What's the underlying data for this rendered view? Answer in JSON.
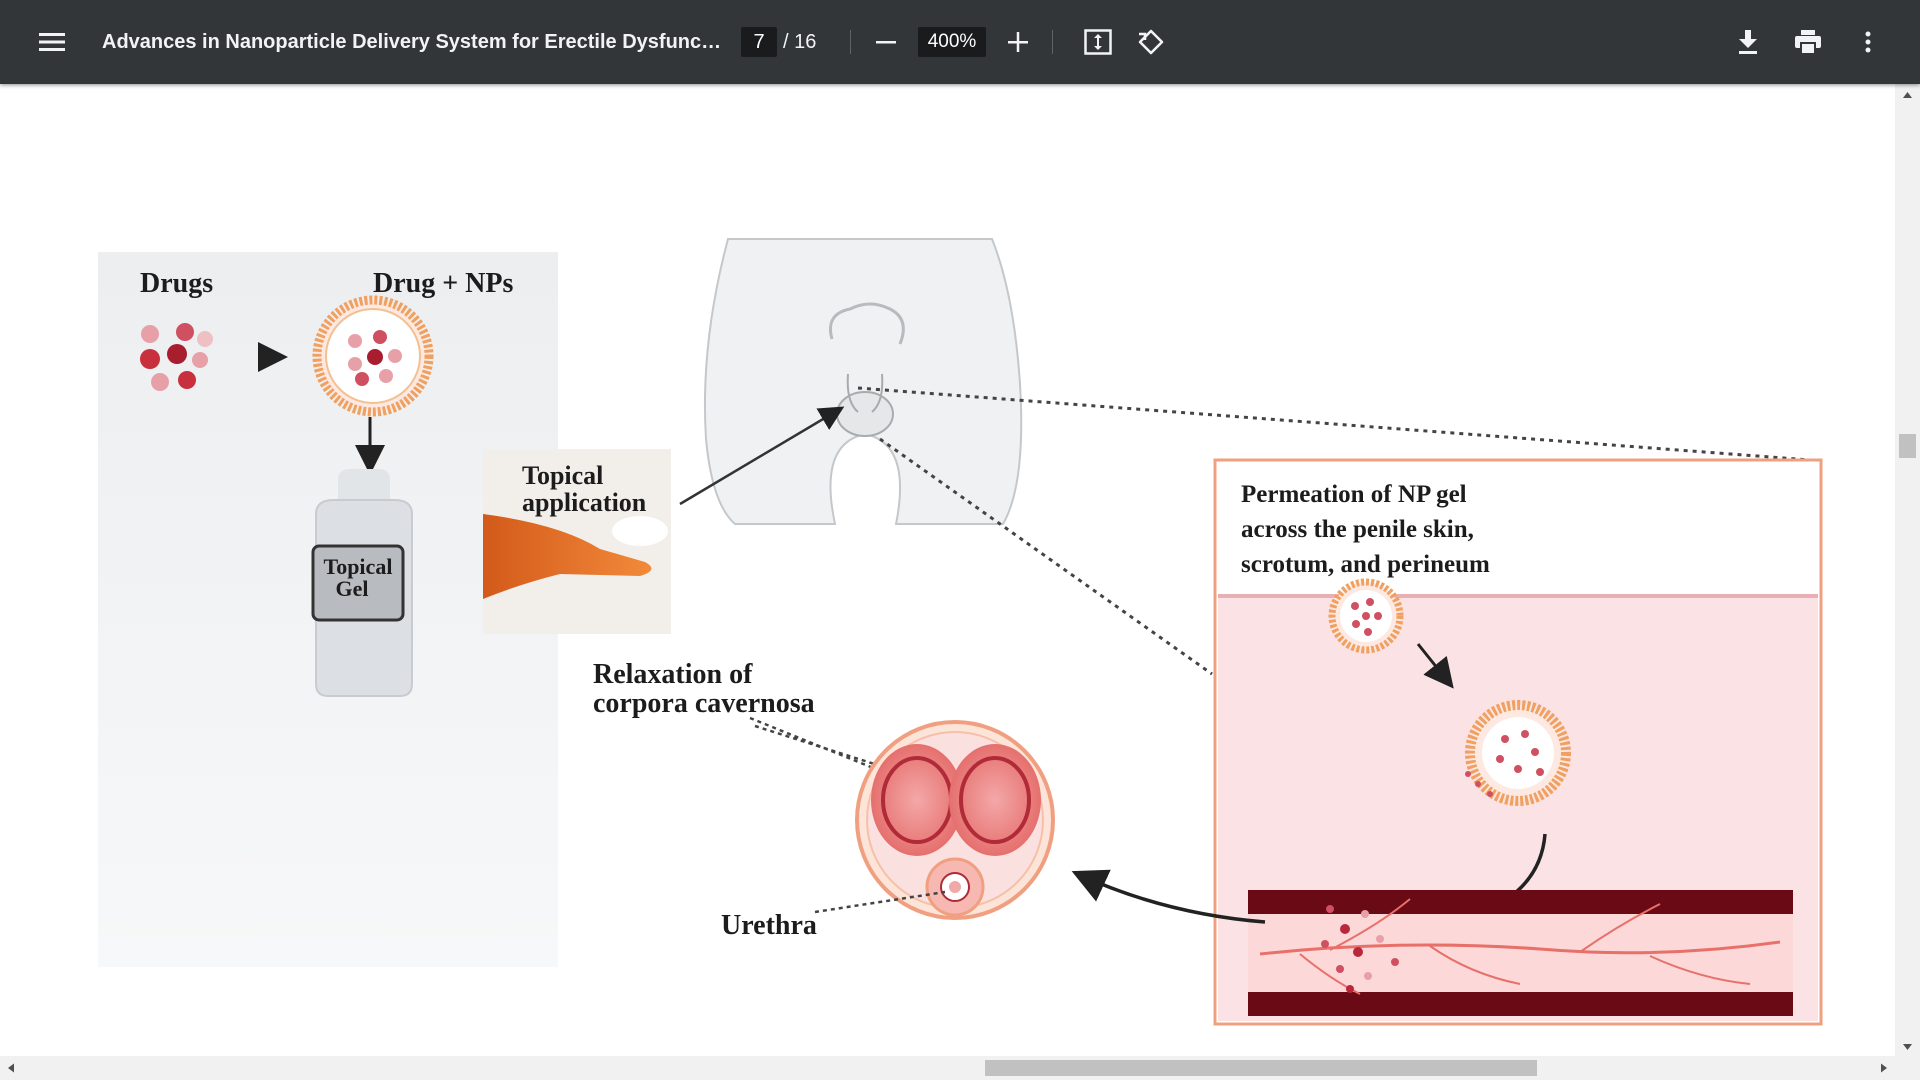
{
  "toolbar": {
    "menu_icon": "hamburger-menu-icon",
    "title": "Advances in Nanoparticle Delivery System for Erectile Dysfunct...",
    "current_page": "7",
    "page_total": "/ 16",
    "zoom": "400%",
    "icons": {
      "zoom_out": "minus-icon",
      "zoom_in": "plus-icon",
      "fit": "fit-to-page-icon",
      "rotate": "rotate-icon",
      "download": "download-icon",
      "print": "print-icon",
      "more": "more-vert-icon"
    }
  },
  "figure": {
    "drugs_label": "Drugs",
    "drug_np_label": "Drug + NPs",
    "topical_gel_line1": "Topical",
    "topical_gel_line2": "Gel",
    "topical_app_line1": "Topical",
    "topical_app_line2": "application",
    "relaxation_line1": "Relaxation of",
    "relaxation_line2": "corpora cavernosa",
    "urethra_label": "Urethra",
    "permeation_line1": "Permeation of NP gel",
    "permeation_line2": "across the  penile skin,",
    "permeation_line3": "scrotum, and perineum"
  },
  "colors": {
    "toolbar_bg": "#323639",
    "np_shell": "#f0a060",
    "drug_dark": "#b8283a",
    "drug_light": "#e8a0a8",
    "box_border": "#f0a080",
    "vessel_dark": "#6a0a14",
    "tissue_pink": "#fbe3e5"
  }
}
